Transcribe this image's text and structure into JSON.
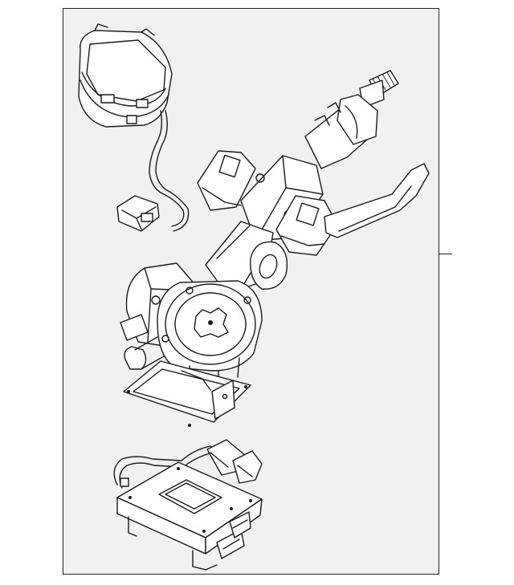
{
  "diagram": {
    "parts": [
      {
        "name": "steering-column-assembly"
      },
      {
        "name": "clock-spring-connector"
      },
      {
        "name": "eps-control-module"
      }
    ]
  },
  "colors": {
    "background": "#ffffff",
    "frame_fill": "#f1f1f1",
    "line": "#1a1a1a"
  }
}
